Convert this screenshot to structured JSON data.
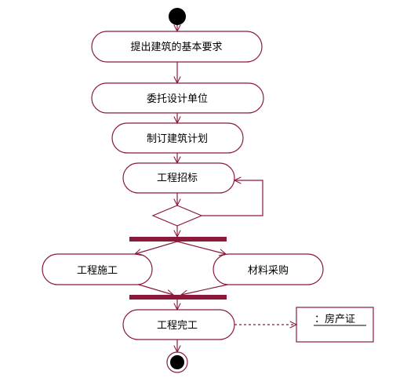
{
  "diagram": {
    "type": "UML activity diagram",
    "colors": {
      "line": "#8b1a3a",
      "bar": "#8b1a3a",
      "node_fill": "#000000",
      "background": "#ffffff"
    },
    "activities": {
      "submit_requirements": "提出建筑的基本要求",
      "commission_unit": "委托设计单位",
      "make_plan": "制订建筑计划",
      "bidding": "工程招标",
      "construction": "工程施工",
      "procurement": "材料采购",
      "completion": "工程完工"
    },
    "object_node": {
      "label": "：房产证"
    }
  }
}
